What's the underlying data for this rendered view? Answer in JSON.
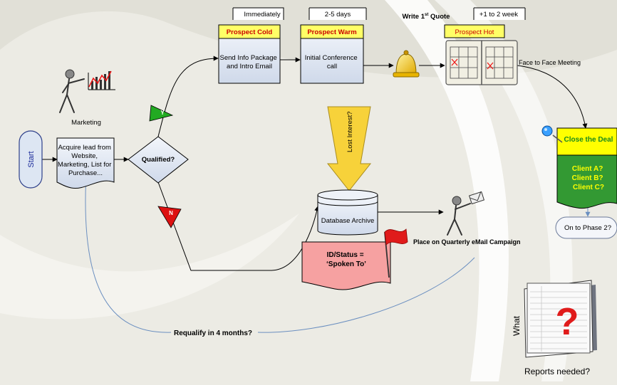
{
  "nodes": {
    "start": "Start",
    "acquire": [
      "Acquire lead from",
      "Website,",
      "Marketing, List for",
      "Purchase..."
    ],
    "qualified": "Qualified?",
    "yes_flag": "Y",
    "no_flag": "N",
    "marketing": "Marketing",
    "prospect_cold": {
      "title": "Prospect Cold",
      "body": [
        "Send Info Package",
        "and Intro Email"
      ],
      "timing": "Immediately"
    },
    "prospect_warm": {
      "title": "Prospect Warm",
      "body": [
        "Initial Conference",
        "call"
      ],
      "timing": "2-5 days"
    },
    "write_quote": {
      "prefix": "Write 1",
      "sup": "st",
      "suffix": " Quote"
    },
    "prospect_hot": {
      "title": "Prospect Hot",
      "timing": "+1 to 2 week"
    },
    "face_meeting": "Face to Face Meeting",
    "close_deal": "Close the Deal",
    "clients": [
      "Client A?",
      "Client B?",
      "Client C?"
    ],
    "phase2": "On to Phase 2?",
    "lost_interest": "Lost Interest?",
    "database": "Database Archive",
    "status": [
      "ID/Status =",
      "‘Spoken To’"
    ],
    "campaign": "Place on Quarterly eMail Campaign",
    "requalify": "Requalify in 4 months?",
    "what": "What",
    "reports": "Reports needed?"
  },
  "colors": {
    "box_blue": "#dde6f3",
    "label_yellow": "#ffff66",
    "red_text": "#cc0000",
    "flag_green": "#22aa22",
    "flag_red": "#dd1111",
    "arrow_yellow": "#f7d23a",
    "status_pink": "#f6a1a1",
    "close_yellow": "#ffff00",
    "clients_green": "#339933",
    "requalify_line": "#6b8fc0"
  }
}
